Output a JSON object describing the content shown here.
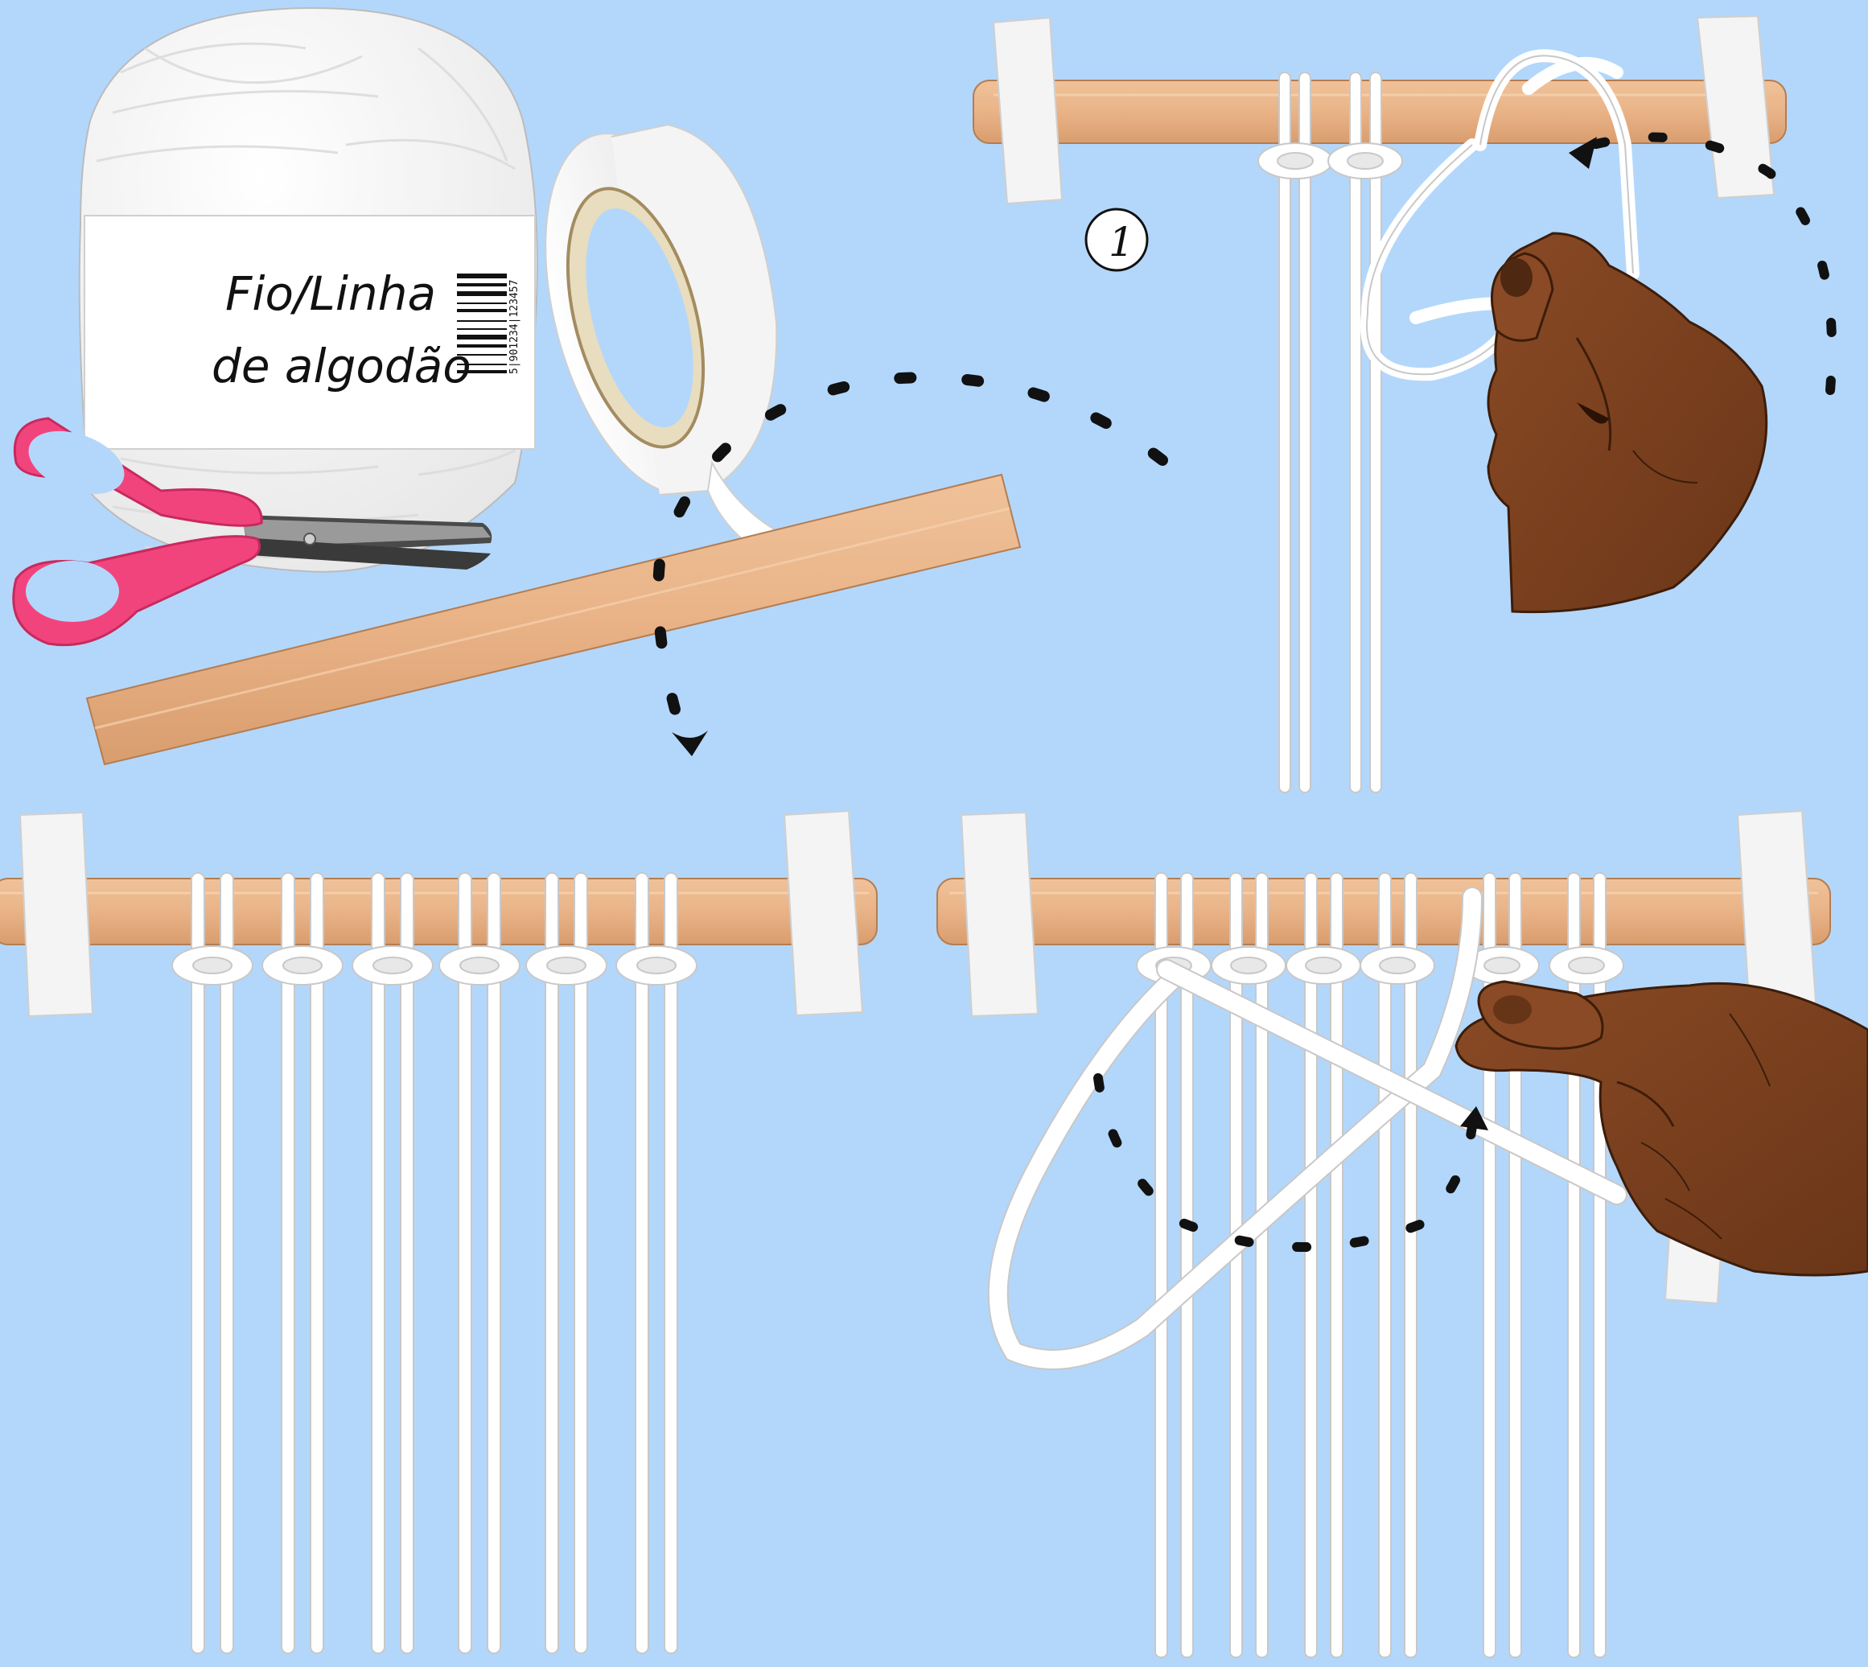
{
  "illustration": {
    "background_color": "#b3d7fb",
    "yarn_label": {
      "line1": "Fio/Linha",
      "line2": "de algodão",
      "barcode_number": "5|901234|123457"
    },
    "step_marker": "1",
    "colors": {
      "dowel": "#e9b387",
      "cord": "#ffffff",
      "tape": "#f1f1f1",
      "scissors_handle": "#f2447c",
      "scissors_blade": "#8a8a8a",
      "skin": "#7b4220",
      "skin_dark": "#4e2811",
      "arrow": "#111111"
    },
    "icons": [
      "yarn-ball-icon",
      "scissors-icon",
      "masking-tape-icon",
      "wooden-dowel-icon",
      "hand-icon",
      "dashed-arrow-icon"
    ]
  }
}
